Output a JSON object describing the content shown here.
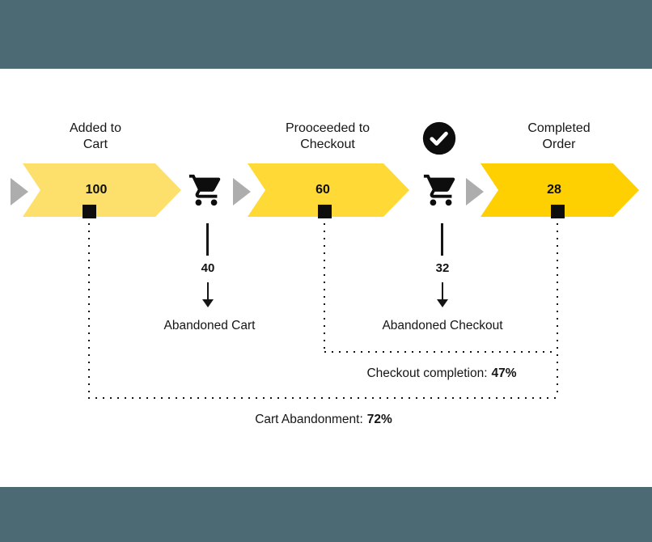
{
  "colors": {
    "banner_teal": "#4C6A73",
    "arrow_stage1": "#FDE06C",
    "arrow_stage2": "#FFD935",
    "arrow_stage3": "#FFD001",
    "chevron_gray": "#ADADAD",
    "ink": "#111111"
  },
  "stages": [
    {
      "label_line1": "Added to",
      "label_line2": "Cart",
      "value": "100"
    },
    {
      "label_line1": "Prooceeded to",
      "label_line2": "Checkout",
      "value": "60"
    },
    {
      "label_line1": "Completed",
      "label_line2": "Order",
      "value": "28"
    }
  ],
  "dropoffs": [
    {
      "value": "40",
      "label": "Abandoned Cart"
    },
    {
      "value": "32",
      "label": "Abandoned Checkout"
    }
  ],
  "metrics": {
    "checkout_completion": {
      "label": "Checkout completion:",
      "value": "47%"
    },
    "cart_abandonment": {
      "label": "Cart Abandonment:",
      "value": "72%"
    }
  },
  "icons": {
    "cart": "shopping-cart-icon",
    "check": "check-circle-icon",
    "down_arrow": "down-arrow-icon",
    "stage_connector": "chevron-right-icon"
  },
  "chart_data": {
    "type": "funnel",
    "stages": [
      "Added to Cart",
      "Prooceeded to Checkout",
      "Completed Order"
    ],
    "values": [
      100,
      60,
      28
    ],
    "dropoffs": [
      {
        "label": "Abandoned Cart",
        "value": 40
      },
      {
        "label": "Abandoned Checkout",
        "value": 32
      }
    ],
    "summary_metrics": [
      {
        "label": "Checkout completion",
        "value": "47%"
      },
      {
        "label": "Cart Abandonment",
        "value": "72%"
      }
    ]
  }
}
